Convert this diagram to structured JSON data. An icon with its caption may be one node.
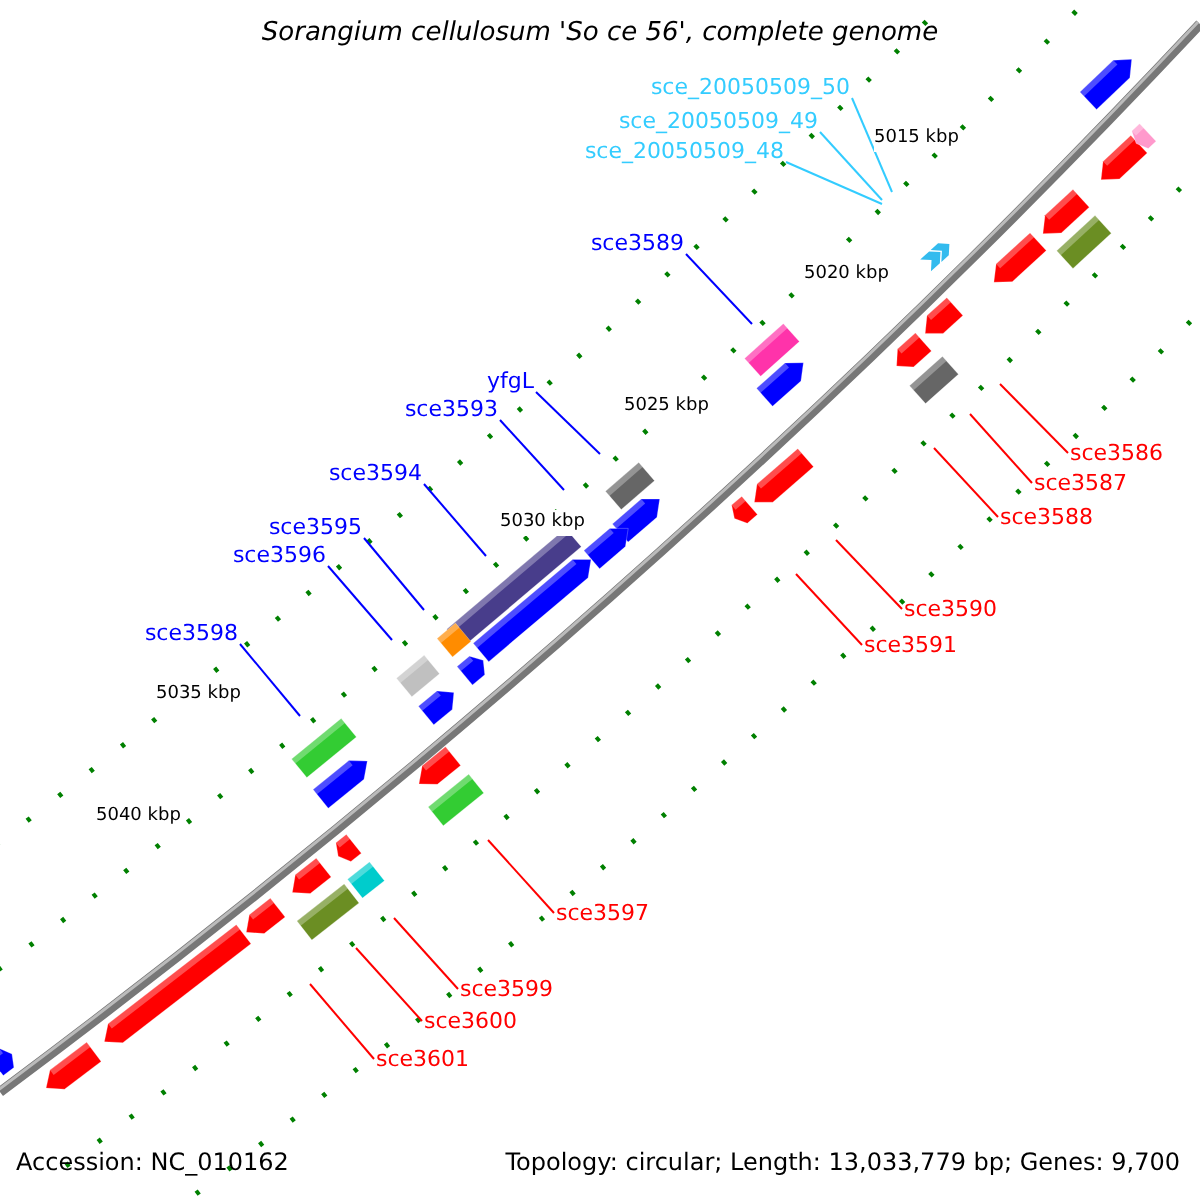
{
  "diagram": {
    "title": "Sorangium cellulosum 'So ce 56', complete genome",
    "nodes": [
      {
        "text": [
          "sce_20050509_50"
        ]
      },
      {
        "text": [
          "sce_20050509_49"
        ]
      },
      {
        "text": [
          "sce_20050509_48"
        ]
      },
      {
        "text": [
          "sce3589"
        ]
      },
      {
        "text": [
          "yfgL"
        ]
      },
      {
        "text": [
          "sce3593"
        ]
      },
      {
        "text": [
          "sce3586"
        ]
      },
      {
        "text": [
          "sce3594"
        ]
      },
      {
        "text": [
          "sce3587"
        ]
      },
      {
        "text": [
          "sce3588"
        ]
      },
      {
        "text": [
          "sce3595"
        ]
      },
      {
        "text": [
          "sce3596"
        ]
      },
      {
        "text": [
          "sce3590"
        ]
      },
      {
        "text": [
          "sce3598"
        ]
      },
      {
        "text": [
          "sce3591"
        ]
      },
      {
        "text": [
          "sce3597"
        ]
      },
      {
        "text": [
          "sce3599"
        ]
      },
      {
        "text": [
          "sce3600"
        ]
      },
      {
        "text": [
          "sce3601"
        ]
      }
    ],
    "edges": [
      {
        "from": 0,
        "to": null,
        "arrow": "none",
        "color": "#33ccff"
      },
      {
        "from": 1,
        "to": null,
        "arrow": "none",
        "color": "#33ccff"
      },
      {
        "from": 2,
        "to": null,
        "arrow": "none",
        "color": "#33ccff"
      },
      {
        "from": 3,
        "to": null,
        "arrow": "none",
        "color": "#0000ff"
      },
      {
        "from": 4,
        "to": null,
        "arrow": "none",
        "color": "#0000ff"
      },
      {
        "from": 5,
        "to": null,
        "arrow": "none",
        "color": "#0000ff"
      },
      {
        "from": 6,
        "to": null,
        "arrow": "none"
      },
      {
        "from": 7,
        "to": null,
        "arrow": "none",
        "color": "#0000ff"
      },
      {
        "from": 8,
        "to": null,
        "arrow": "none"
      },
      {
        "from": 9,
        "to": null,
        "arrow": "none"
      },
      {
        "from": 10,
        "to": null,
        "arrow": "none",
        "color": "#0000ff"
      },
      {
        "from": 11,
        "to": null,
        "arrow": "none",
        "color": "#0000ff"
      },
      {
        "from": 12,
        "to": null,
        "arrow": "none"
      },
      {
        "from": 13,
        "to": null,
        "arrow": "none",
        "color": "#0000ff"
      },
      {
        "from": 14,
        "to": null,
        "arrow": "none"
      },
      {
        "from": 15,
        "to": null,
        "arrow": "none"
      },
      {
        "from": 16,
        "to": null,
        "arrow": "none"
      },
      {
        "from": 17,
        "to": null,
        "arrow": "none"
      },
      {
        "from": 18,
        "to": null,
        "arrow": "none"
      }
    ],
    "labels": [
      "5015 kbp",
      "5020 kbp",
      "5025 kbp",
      "5030 kbp",
      "5035 kbp",
      "5040 kbp",
      "Accession: NC_010162",
      "Topology: circular; Length: 13,033,779 bp; Genes: 9,700"
    ]
  }
}
